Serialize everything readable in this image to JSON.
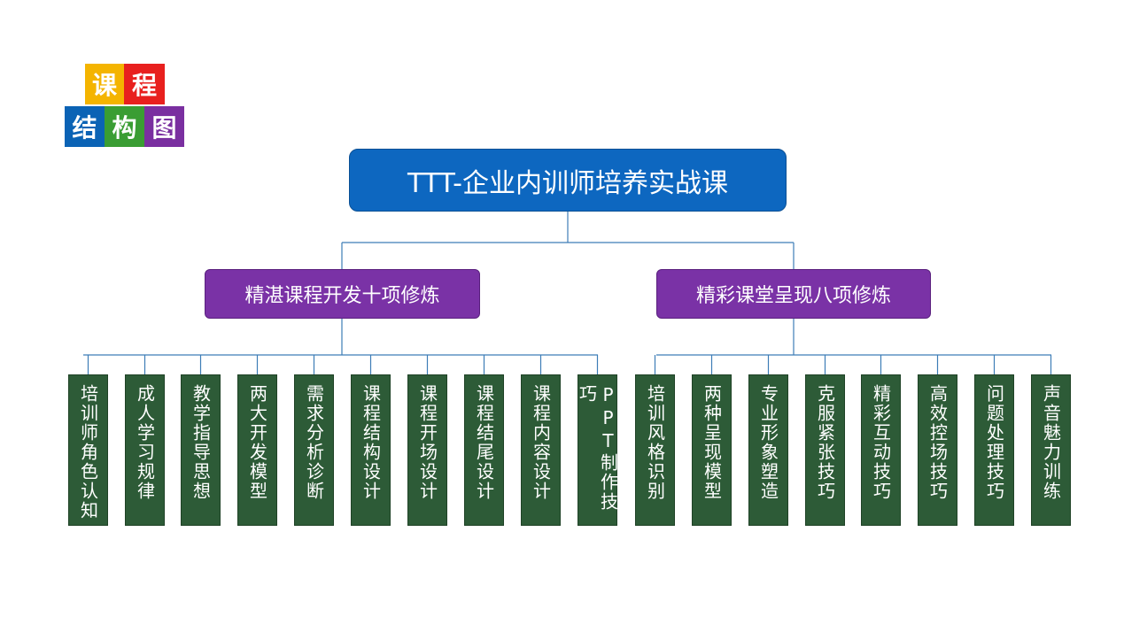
{
  "logo": {
    "chars": [
      "课",
      "程",
      "结",
      "构",
      "图"
    ]
  },
  "root": {
    "label": "TTT-企业内训师培养实战课"
  },
  "branches": [
    {
      "label": "精湛课程开发十项修炼",
      "items": [
        "培训师角色认知",
        "成人学习规律",
        "教学指导思想",
        "两大开发模型",
        "需求分析诊断",
        "课程结构设计",
        "课程开场设计",
        "课程结尾设计",
        "课程内容设计",
        "PPT制作技巧"
      ]
    },
    {
      "label": "精彩课堂呈现八项修炼",
      "items": [
        "培训风格识别",
        "两种呈现模型",
        "专业形象塑造",
        "克服紧张技巧",
        "精彩互动技巧",
        "高效控场技巧",
        "问题处理技巧",
        "声音魅力训练"
      ]
    }
  ],
  "colors": {
    "root": "#0d67c0",
    "branch": "#7a32a6",
    "leaf": "#2d5b37",
    "connector": "#3d7db6"
  }
}
